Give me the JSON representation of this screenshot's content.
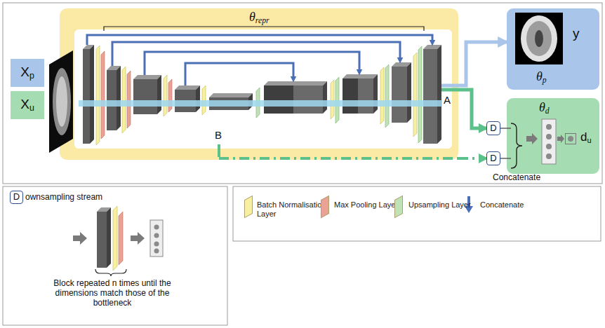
{
  "diagram": {
    "nodes": [
      {
        "text": [
          "θrepr"
        ]
      },
      {
        "text": [
          "Xp"
        ]
      },
      {
        "text": [
          "Xu"
        ]
      },
      {
        "text": [
          "y",
          "θp"
        ]
      },
      {
        "text": [
          "θd"
        ]
      },
      {
        "text": [
          "du"
        ],
        "in": 4
      },
      {
        "text": [
          "D"
        ]
      },
      {
        "text": [
          "D"
        ]
      },
      {
        "text": [
          "D"
        ]
      }
    ],
    "edges": [
      {
        "from": 0,
        "to": 3,
        "arrow": "to"
      },
      {
        "from": 0,
        "to": 6,
        "arrow": "to"
      },
      {
        "from": 0,
        "to": 7,
        "arrow": "to"
      },
      {
        "from": 6,
        "to": 4,
        "arrow": "none"
      },
      {
        "from": 7,
        "to": 4,
        "arrow": "none"
      }
    ],
    "labels": [
      "B",
      "A",
      "Concatenate",
      "ownsampling stream",
      "Block repeated n times until the dimensions match those of the bottleneck"
    ],
    "legend": [
      {
        "text": "Batch Normalisation Layer",
        "color": "#f6f0a0"
      },
      {
        "text": "Max Pooling Layer",
        "color": "#e9a294"
      },
      {
        "text": "Upsampling Layer",
        "color": "#bfe3b4"
      },
      {
        "text": "Concatenate"
      }
    ]
  }
}
